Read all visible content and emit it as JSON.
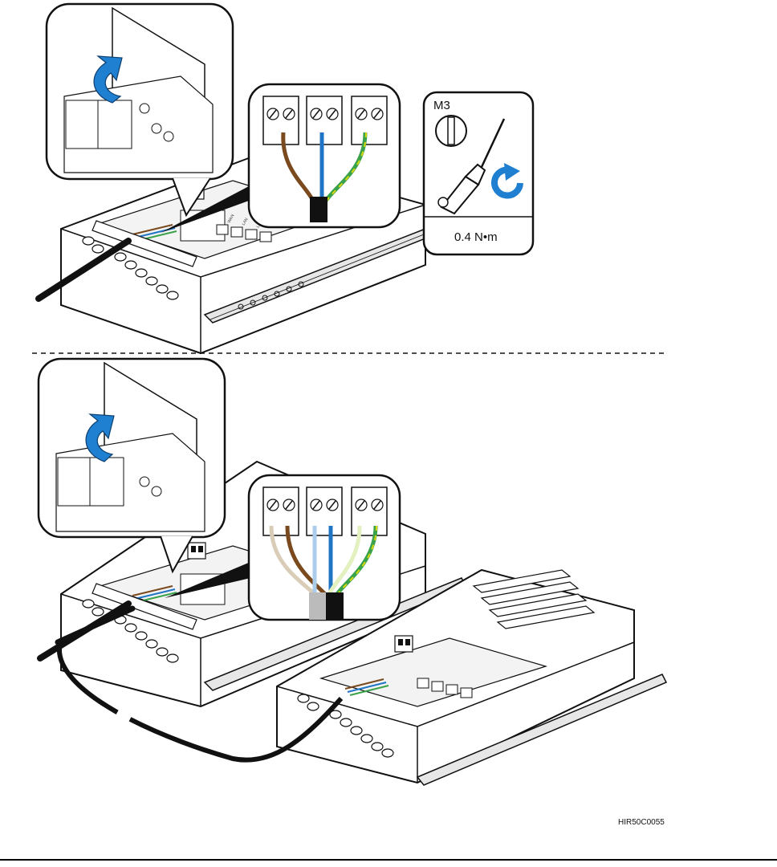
{
  "torque_panel": {
    "screw_spec": "M3",
    "torque": "0.4 N•m",
    "rotation_icon": "clockwise-arrow-icon",
    "tool_icon": "screwdriver-icon"
  },
  "figure_code": "HIR50C0055",
  "callouts": {
    "lift_icon": "curved-up-arrow-icon",
    "terminal_blocks": 3
  },
  "wire_colors": {
    "brown": "#7a4a1e",
    "blue": "#1f74c4",
    "yellow": "#d8d80a",
    "green": "#3aa24a",
    "black": "#111111",
    "light_brown": "#d9cdb8",
    "light_blue": "#a9cdea",
    "light_yellow_green": "#e3f0bf",
    "accent_arrow": "#1f7fd0"
  }
}
